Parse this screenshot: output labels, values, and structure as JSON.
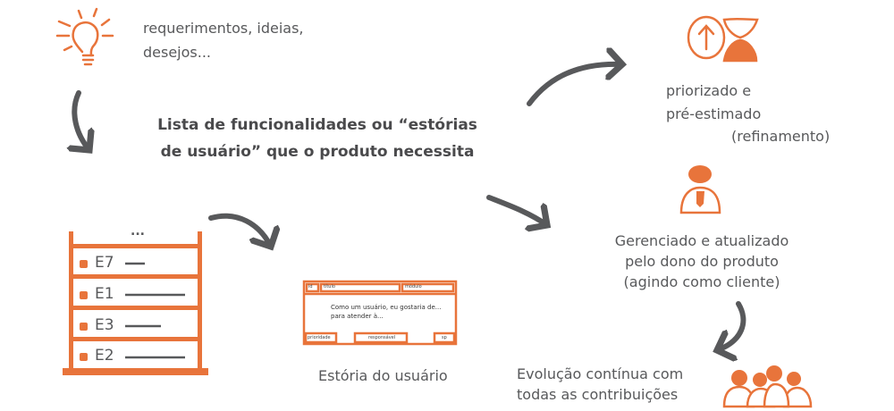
{
  "colors": {
    "accent": "#e8743b",
    "arrow": "#58595b",
    "text": "#58595b"
  },
  "ideas": {
    "line1": "requerimentos, ideias,",
    "line2": "desejos...",
    "icon": "lightbulb-icon"
  },
  "title": {
    "line1": "Lista de funcionalidades ou “estórias",
    "line2": "de usuário” que o produto necessita"
  },
  "backlog": {
    "ellipsis": "...",
    "items": [
      {
        "label": "E7"
      },
      {
        "label": "E1"
      },
      {
        "label": "E3"
      },
      {
        "label": "E2"
      }
    ]
  },
  "story_card": {
    "id": "id",
    "titulo": "título",
    "modulo": "módulo",
    "body_line1": "Como um usuário, eu gostaria de...",
    "body_line2": "para atender à...",
    "prioridade": "prioridade",
    "responsavel": "responsável",
    "sp": "sp",
    "caption": "Estória do usuário"
  },
  "prioritized": {
    "line1": "priorizado e",
    "line2": "pré-estimado",
    "line3": "(refinamento)",
    "icon": "priority-hourglass-icon"
  },
  "owner": {
    "line1": "Gerenciado e atualizado",
    "line2": "pelo dono do produto",
    "line3": "(agindo como cliente)",
    "icon": "product-owner-icon"
  },
  "evolution": {
    "line1": "Evolução contínua com",
    "line2": "todas as contribuições",
    "icon": "team-icon"
  }
}
